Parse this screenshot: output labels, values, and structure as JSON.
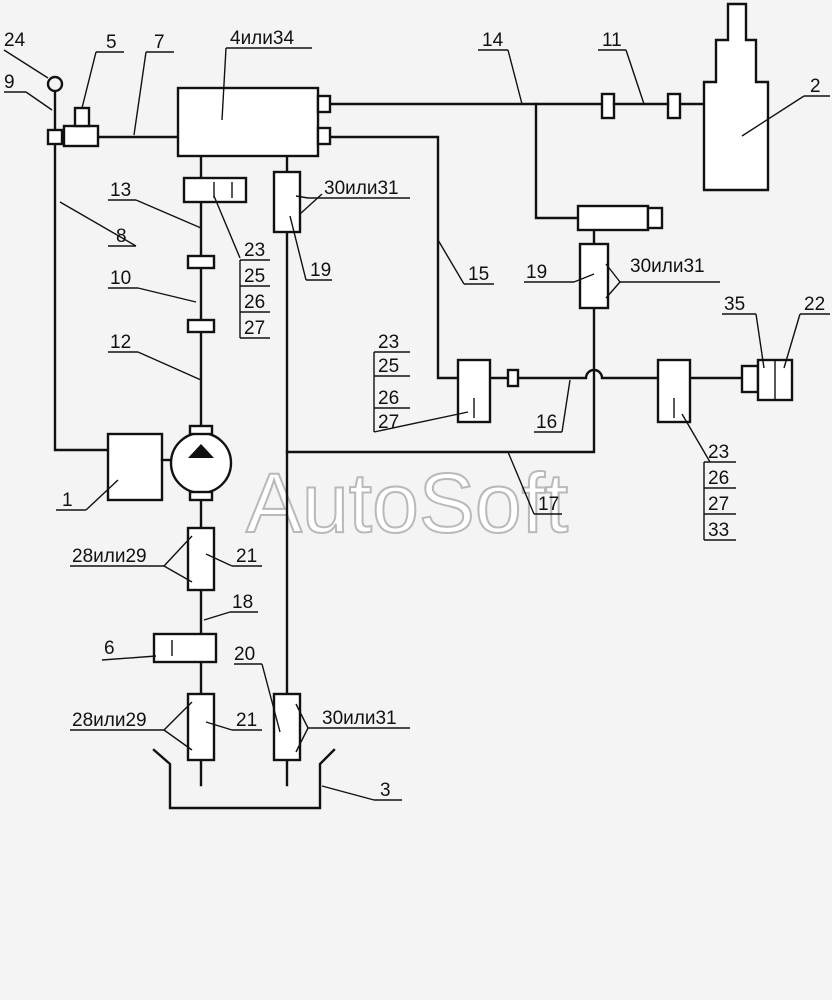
{
  "watermark": "AutoSoft",
  "labels": {
    "n24": "24",
    "n5": "5",
    "n7": "7",
    "n9": "9",
    "n4": "4или34",
    "n14": "14",
    "n11": "11",
    "n2": "2",
    "n13": "13",
    "n8": "8",
    "n10": "10",
    "n12": "12",
    "n23a": "23",
    "n25a": "25",
    "n26a": "26",
    "n27a": "27",
    "n30a": "30или31",
    "n19a": "19",
    "n15": "15",
    "n19b": "19",
    "n30b": "30или31",
    "n35": "35",
    "n22": "22",
    "n23b": "23",
    "n25b": "25",
    "n26b": "26",
    "n27b": "27",
    "n16": "16",
    "n1": "1",
    "n17": "17",
    "n23c": "23",
    "n26c": "26",
    "n27c": "27",
    "n33c": "33",
    "n28a": "28или29",
    "n21a": "21",
    "n18": "18",
    "n6": "6",
    "n20": "20",
    "n28b": "28или29",
    "n21b": "21",
    "n30c": "30или31",
    "n3": "3"
  }
}
